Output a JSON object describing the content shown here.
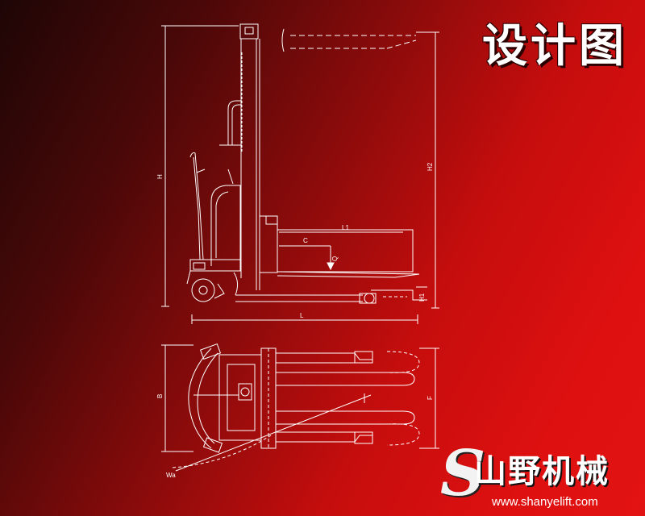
{
  "title": "设计图",
  "logo": {
    "letter": "S",
    "text": "山野机械",
    "url": "www.shanyelift.com"
  },
  "labels": {
    "H": "H",
    "H2": "H2",
    "L1": "L1",
    "C": "C",
    "Q": "Q",
    "H1": "H1",
    "L": "L",
    "B": "B",
    "F": "F",
    "Wa": "Wa"
  },
  "colors": {
    "line": "#ffffff"
  }
}
